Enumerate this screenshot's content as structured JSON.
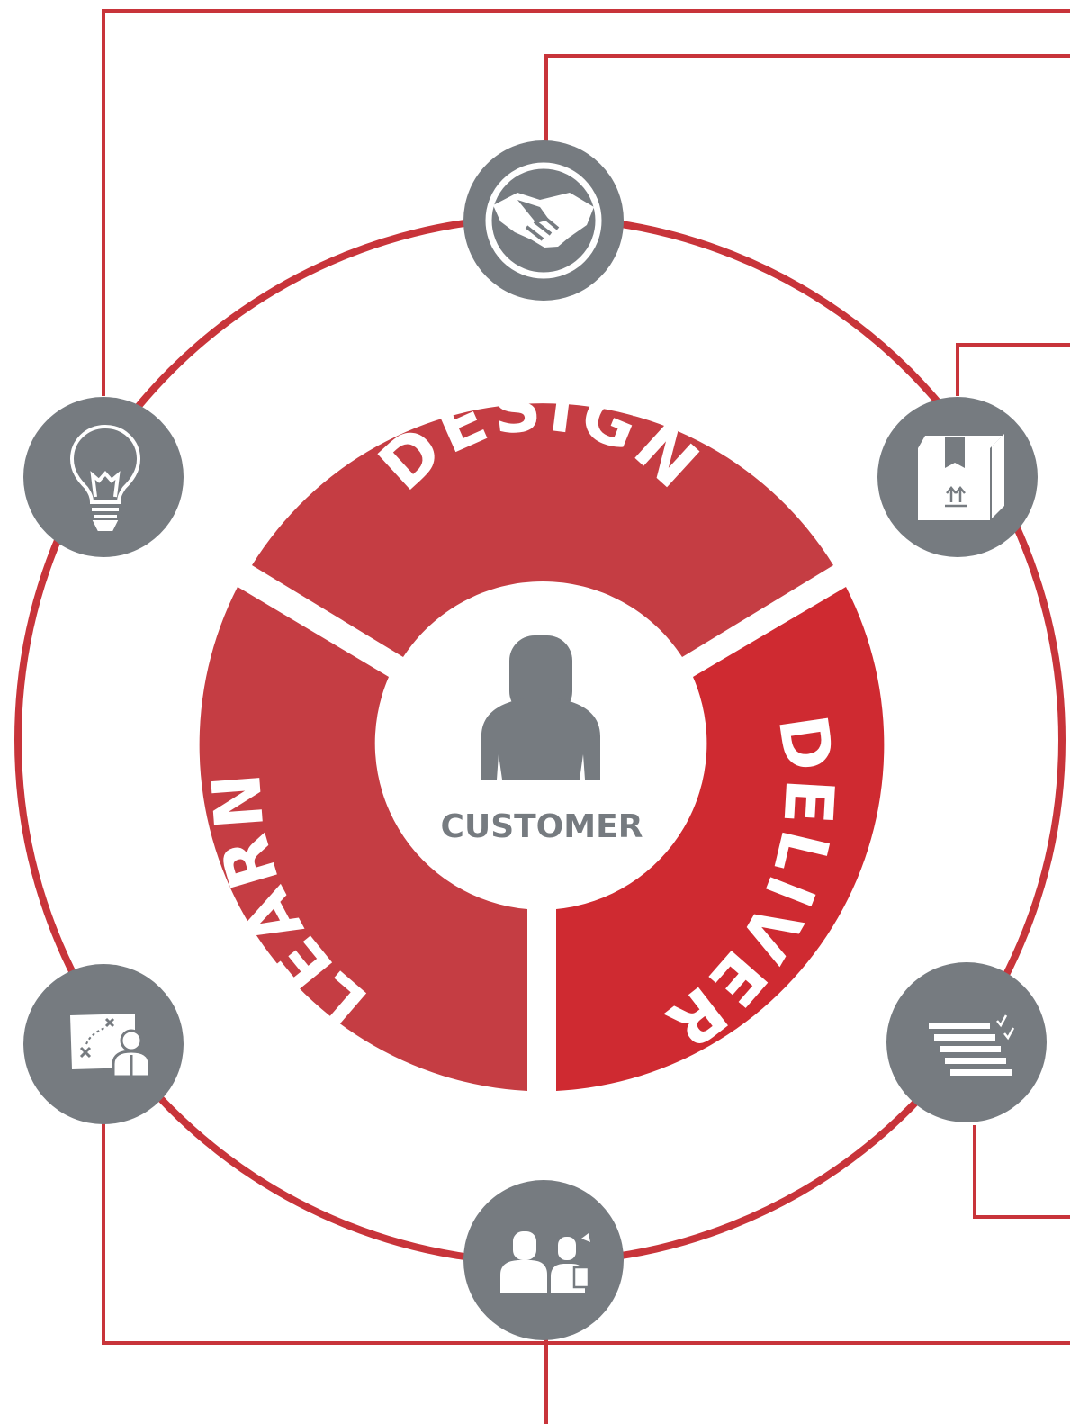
{
  "diagram": {
    "segments": [
      {
        "id": "design",
        "label": "DESIGN"
      },
      {
        "id": "deliver",
        "label": "DELIVER"
      },
      {
        "id": "learn",
        "label": "LEARN"
      }
    ],
    "center": {
      "label": "CUSTOMER",
      "icon": "person-icon"
    },
    "nodes": [
      {
        "id": "top",
        "icon": "handshake-icon"
      },
      {
        "id": "upper-left",
        "icon": "lightbulb-icon"
      },
      {
        "id": "upper-right",
        "icon": "package-box-icon"
      },
      {
        "id": "lower-left",
        "icon": "strategy-board-icon"
      },
      {
        "id": "lower-right",
        "icon": "checklist-icon"
      },
      {
        "id": "bottom",
        "icon": "team-people-icon"
      }
    ],
    "colors": {
      "red": "#c53d43",
      "red_dark": "#cf2a31",
      "line": "#c8343a",
      "gray": "#767b80",
      "white": "#ffffff"
    }
  }
}
